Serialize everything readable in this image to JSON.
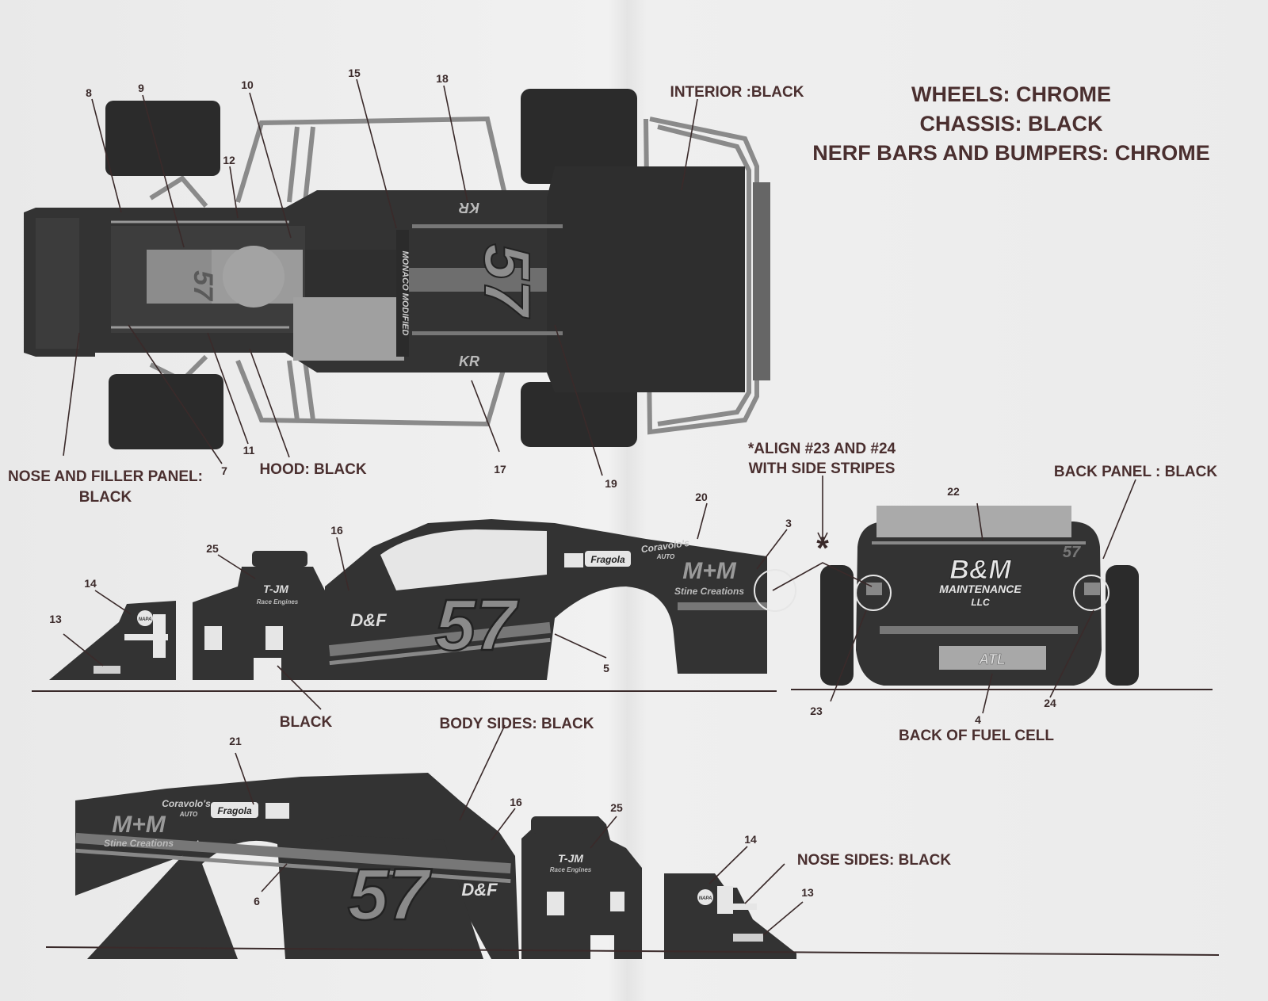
{
  "title_lines": [
    "WHEELS: CHROME",
    "CHASSIS: BLACK",
    "NERF BARS AND BUMPERS: CHROME"
  ],
  "labels": {
    "interior": "INTERIOR :BLACK",
    "nose_filler_1": "NOSE AND FILLER PANEL:",
    "nose_filler_2": "BLACK",
    "hood": "HOOD: BLACK",
    "align_1": "*ALIGN #23 AND #24",
    "align_2": "WITH SIDE STRIPES",
    "asterisk": "*",
    "back_panel": "BACK PANEL : BLACK",
    "black": "BLACK",
    "back_fuel_cell": "BACK OF FUEL CELL",
    "body_sides": "BODY SIDES: BLACK",
    "nose_sides": "NOSE SIDES: BLACK"
  },
  "callouts": {
    "n8": "8",
    "n9": "9",
    "n10": "10",
    "n12": "12",
    "n15": "15",
    "n18": "18",
    "n7": "7",
    "n11": "11",
    "n17": "17",
    "n19": "19",
    "n20": "20",
    "n3": "3",
    "n16": "16",
    "n25": "25",
    "n14": "14",
    "n13": "13",
    "n5": "5",
    "n22": "22",
    "n23": "23",
    "n24": "24",
    "n4": "4",
    "n21": "21",
    "n16b": "16",
    "n25b": "25",
    "n6": "6",
    "n14b": "14",
    "n13b": "13"
  },
  "decals": {
    "car_number": "57",
    "monaco": "MONACO MODIFIED",
    "kr": "KR",
    "mm": "M+M",
    "stine": "Stine Creations",
    "cor": "Coravolo's",
    "auto": "AUTO",
    "fragola": "Fragola",
    "df": "D&F",
    "bm": "B&M",
    "maintenance": "MAINTENANCE",
    "llc": "LLC",
    "atl": "ATL",
    "napa": "NAPA",
    "tjm": "T-JM",
    "race_engines": "Race Engines"
  }
}
